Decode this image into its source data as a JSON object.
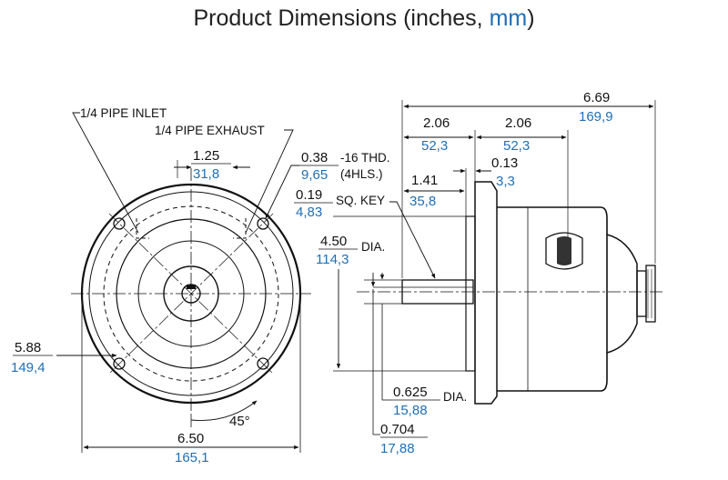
{
  "title": {
    "main": "Product Dimensions (inches, ",
    "unit": "mm",
    "close": ")"
  },
  "colors": {
    "ink": "#111111",
    "metric": "#1f6fb4"
  },
  "notes": {
    "pipe_inlet": "1/4 PIPE INLET",
    "pipe_exhaust": "1/4 PIPE EXHAUST",
    "thread": "-16 THD.",
    "holes": "(4HLS.)",
    "sq_key": "SQ. KEY",
    "dia": "DIA.",
    "angle": "45°"
  },
  "dimensions": {
    "port_spacing": {
      "in": "1.25",
      "mm": "31,8"
    },
    "bolt_circle": {
      "in": "5.88",
      "mm": "149,4"
    },
    "outer_dia": {
      "in": "6.50",
      "mm": "165,1"
    },
    "tap_size": {
      "in": "0.38",
      "mm": "9,65"
    },
    "key_size": {
      "in": "0.19",
      "mm": "4,83"
    },
    "pilot_dia": {
      "in": "4.50",
      "mm": "114,3"
    },
    "overall_length": {
      "in": "6.69",
      "mm": "169,9"
    },
    "body_length": {
      "in": "2.06",
      "mm": "52,3"
    },
    "front_length": {
      "in": "2.06",
      "mm": "52,3"
    },
    "pilot_depth": {
      "in": "0.13",
      "mm": "3,3"
    },
    "shaft_length": {
      "in": "1.41",
      "mm": "35,8"
    },
    "shaft_dia": {
      "in": "0.625",
      "mm": "15,88"
    },
    "shaft_key_height": {
      "in": "0.704",
      "mm": "17,88"
    }
  }
}
